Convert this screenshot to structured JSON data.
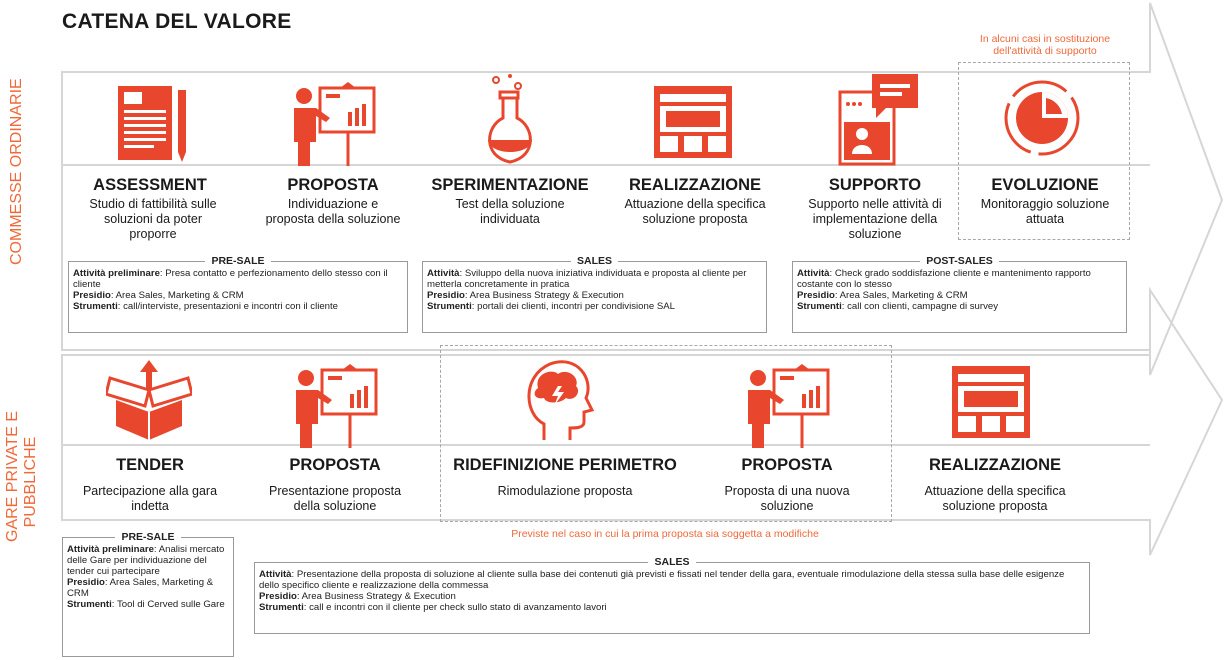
{
  "title": "CATENA DEL VALORE",
  "rows": {
    "commesse": "COMMESSE ORDINARIE",
    "gare": [
      "GARE PRIVATE E",
      "PUBBLICHE"
    ]
  },
  "colors": {
    "accent": "#f0693a",
    "accent_dark": "#e8472e",
    "arrow_gray": "#dcdcdc"
  },
  "top_note": [
    "In alcuni casi in sostituzione",
    "dell'attività di supporto"
  ],
  "bottom_note": "Previste nel caso in cui la prima proposta sia soggetta a modifiche",
  "top_stages": [
    {
      "title": "ASSESSMENT",
      "desc": [
        "Studio di fattibilità sulle",
        "soluzioni da poter",
        "proporre"
      ],
      "icon": "document-pencil-icon"
    },
    {
      "title": "PROPOSTA",
      "desc": [
        "Individuazione e",
        "proposta della soluzione"
      ],
      "icon": "presenter-board-icon"
    },
    {
      "title": "SPERIMENTAZIONE",
      "desc": [
        "Test della soluzione",
        "individuata"
      ],
      "icon": "flask-icon"
    },
    {
      "title": "REALIZZAZIONE",
      "desc": [
        "Attuazione della specifica",
        "soluzione proposta"
      ],
      "icon": "browser-window-icon"
    },
    {
      "title": "SUPPORTO",
      "desc": [
        "Supporto nelle attività di",
        "implementazione della",
        "soluzione"
      ],
      "icon": "support-chat-icon"
    },
    {
      "title": "EVOLUZIONE",
      "desc": [
        "Monitoraggio soluzione",
        "attuata"
      ],
      "icon": "pie-gauge-icon"
    }
  ],
  "bottom_stages": [
    {
      "title": "TENDER",
      "desc": [
        "Partecipazione alla gara",
        "indetta"
      ],
      "icon": "open-box-icon"
    },
    {
      "title": "PROPOSTA",
      "desc": [
        "Presentazione proposta",
        "della soluzione"
      ],
      "icon": "presenter-board-icon"
    },
    {
      "title": "RIDEFINIZIONE  PERIMETRO",
      "desc": [
        "Rimodulazione proposta"
      ],
      "icon": "head-brain-icon"
    },
    {
      "title": "PROPOSTA",
      "desc": [
        "Proposta di una nuova",
        "soluzione"
      ],
      "icon": "presenter-board-icon"
    },
    {
      "title": "REALIZZAZIONE",
      "desc": [
        "Attuazione della specifica",
        "soluzione proposta"
      ],
      "icon": "browser-window-icon"
    }
  ],
  "boxes": {
    "presale_top": {
      "head": "PRE-SALE",
      "attivita_label": "Attività preliminare",
      "attivita": ": Presa contatto e perfezionamento dello stesso con il cliente",
      "presidio_label": "Presidio",
      "presidio": ": Area Sales, Marketing & CRM",
      "strumenti_label": "Strumenti",
      "strumenti": ": call/interviste, presentazioni e incontri con il cliente"
    },
    "sales_top": {
      "head": "SALES",
      "attivita_label": "Attività",
      "attivita": ": Sviluppo della nuova iniziativa individuata e proposta al cliente per metterla concretamente in pratica",
      "presidio_label": "Presidio",
      "presidio": ": Area Business Strategy & Execution",
      "strumenti_label": "Strumenti",
      "strumenti": ": portali dei clienti, incontri per condivisione SAL"
    },
    "postsales_top": {
      "head": "POST-SALES",
      "attivita_label": "Attività",
      "attivita": ": Check grado soddisfazione cliente e mantenimento rapporto costante con lo stesso",
      "presidio_label": "Presidio",
      "presidio": ": Area Sales, Marketing & CRM",
      "strumenti_label": "Strumenti",
      "strumenti": ": call con clienti, campagne di survey"
    },
    "presale_bottom": {
      "head": "PRE-SALE",
      "attivita_label": "Attività preliminare",
      "attivita": ": Analisi mercato delle Gare per individuazione del tender cui partecipare",
      "presidio_label": "Presidio",
      "presidio": ": Area Sales, Marketing & CRM",
      "strumenti_label": "Strumenti",
      "strumenti": ": Tool di Cerved sulle Gare"
    },
    "sales_bottom": {
      "head": "SALES",
      "attivita_label": "Attività",
      "attivita": ": Presentazione della proposta di soluzione al cliente sulla base dei contenuti già previsti e fissati nel tender della gara, eventuale rimodulazione della stessa sulla base delle esigenze dello specifico cliente e realizzazione della commessa",
      "presidio_label": "Presidio",
      "presidio": ": Area Business Strategy & Execution",
      "strumenti_label": "Strumenti",
      "strumenti": ": call e incontri con il cliente per check sullo stato di avanzamento lavori"
    }
  }
}
